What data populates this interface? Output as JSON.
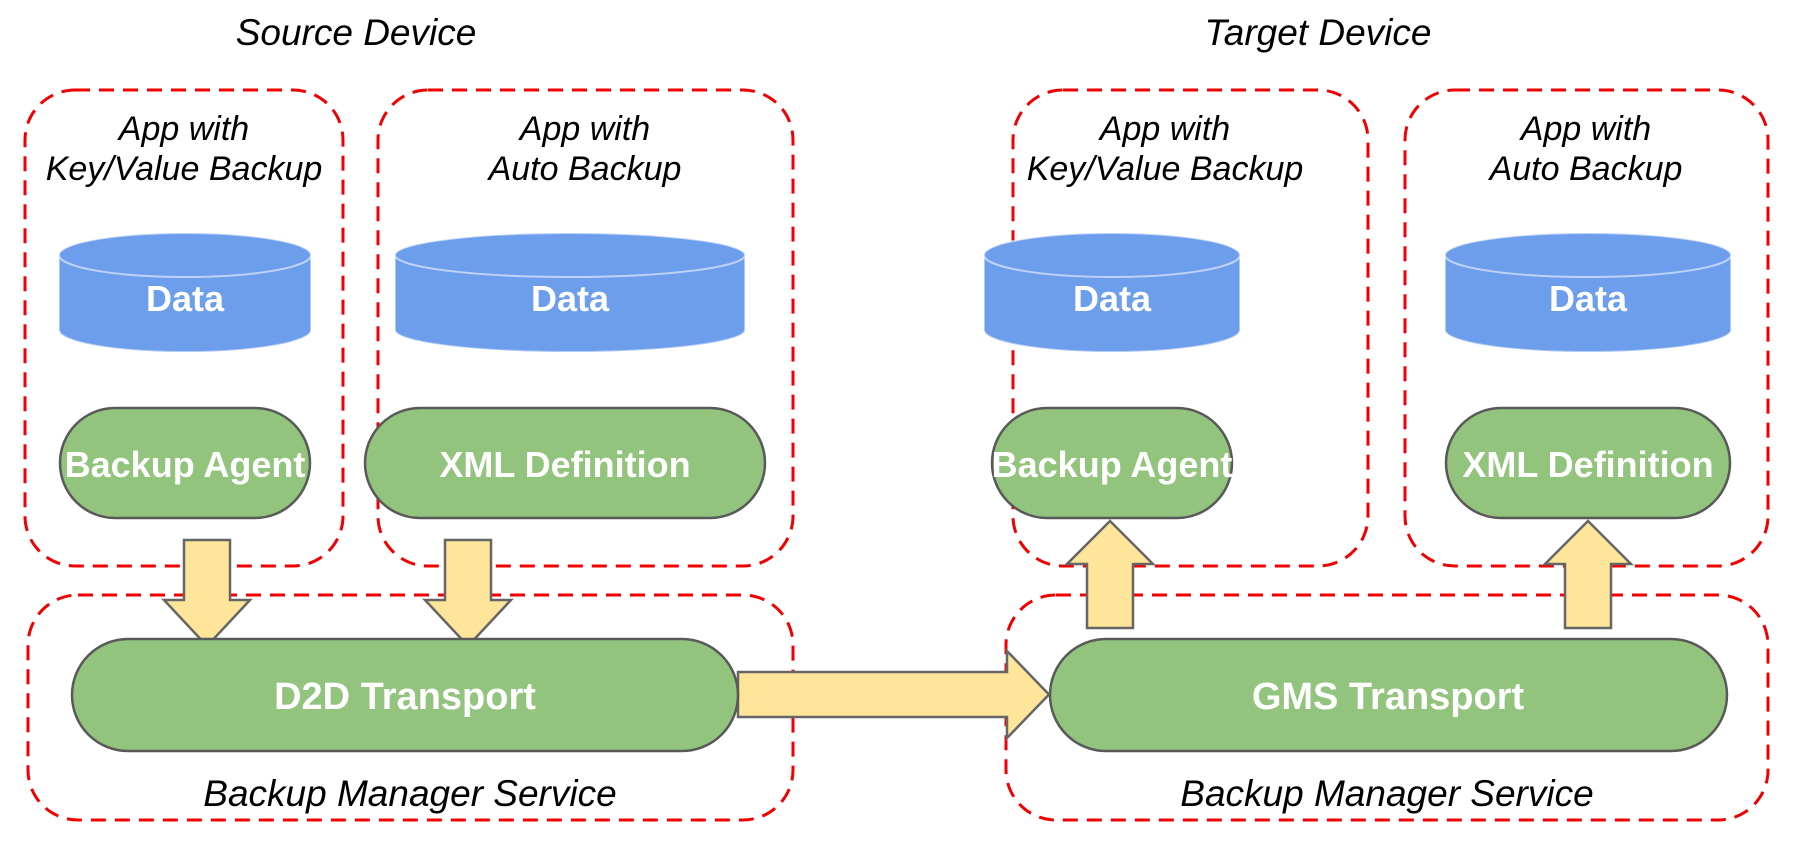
{
  "source": {
    "title": "Source Device",
    "apps": [
      {
        "line1": "App with",
        "line2": "Key/Value Backup",
        "data": "Data",
        "component": "Backup Agent"
      },
      {
        "line1": "App with",
        "line2": "Auto Backup",
        "data": "Data",
        "component": "XML Definition"
      }
    ],
    "service": {
      "name": "Backup Manager Service",
      "transport": "D2D Transport"
    }
  },
  "target": {
    "title": "Target Device",
    "apps": [
      {
        "line1": "App with",
        "line2": "Key/Value Backup",
        "data": "Data",
        "component": "Backup Agent"
      },
      {
        "line1": "App with",
        "line2": "Auto Backup",
        "data": "Data",
        "component": "XML Definition"
      }
    ],
    "service": {
      "name": "Backup Manager Service",
      "transport": "GMS Transport"
    }
  },
  "colors": {
    "container_border_red": "#f00000",
    "node_green_fill": "#93c47d",
    "node_green_stroke": "#595959",
    "cylinder_blue": "#6d9eeb",
    "arrow_yellow_fill": "#ffe599",
    "arrow_stroke_gray": "#666666",
    "label_black": "#000000",
    "node_text_white": "#ffffff"
  }
}
